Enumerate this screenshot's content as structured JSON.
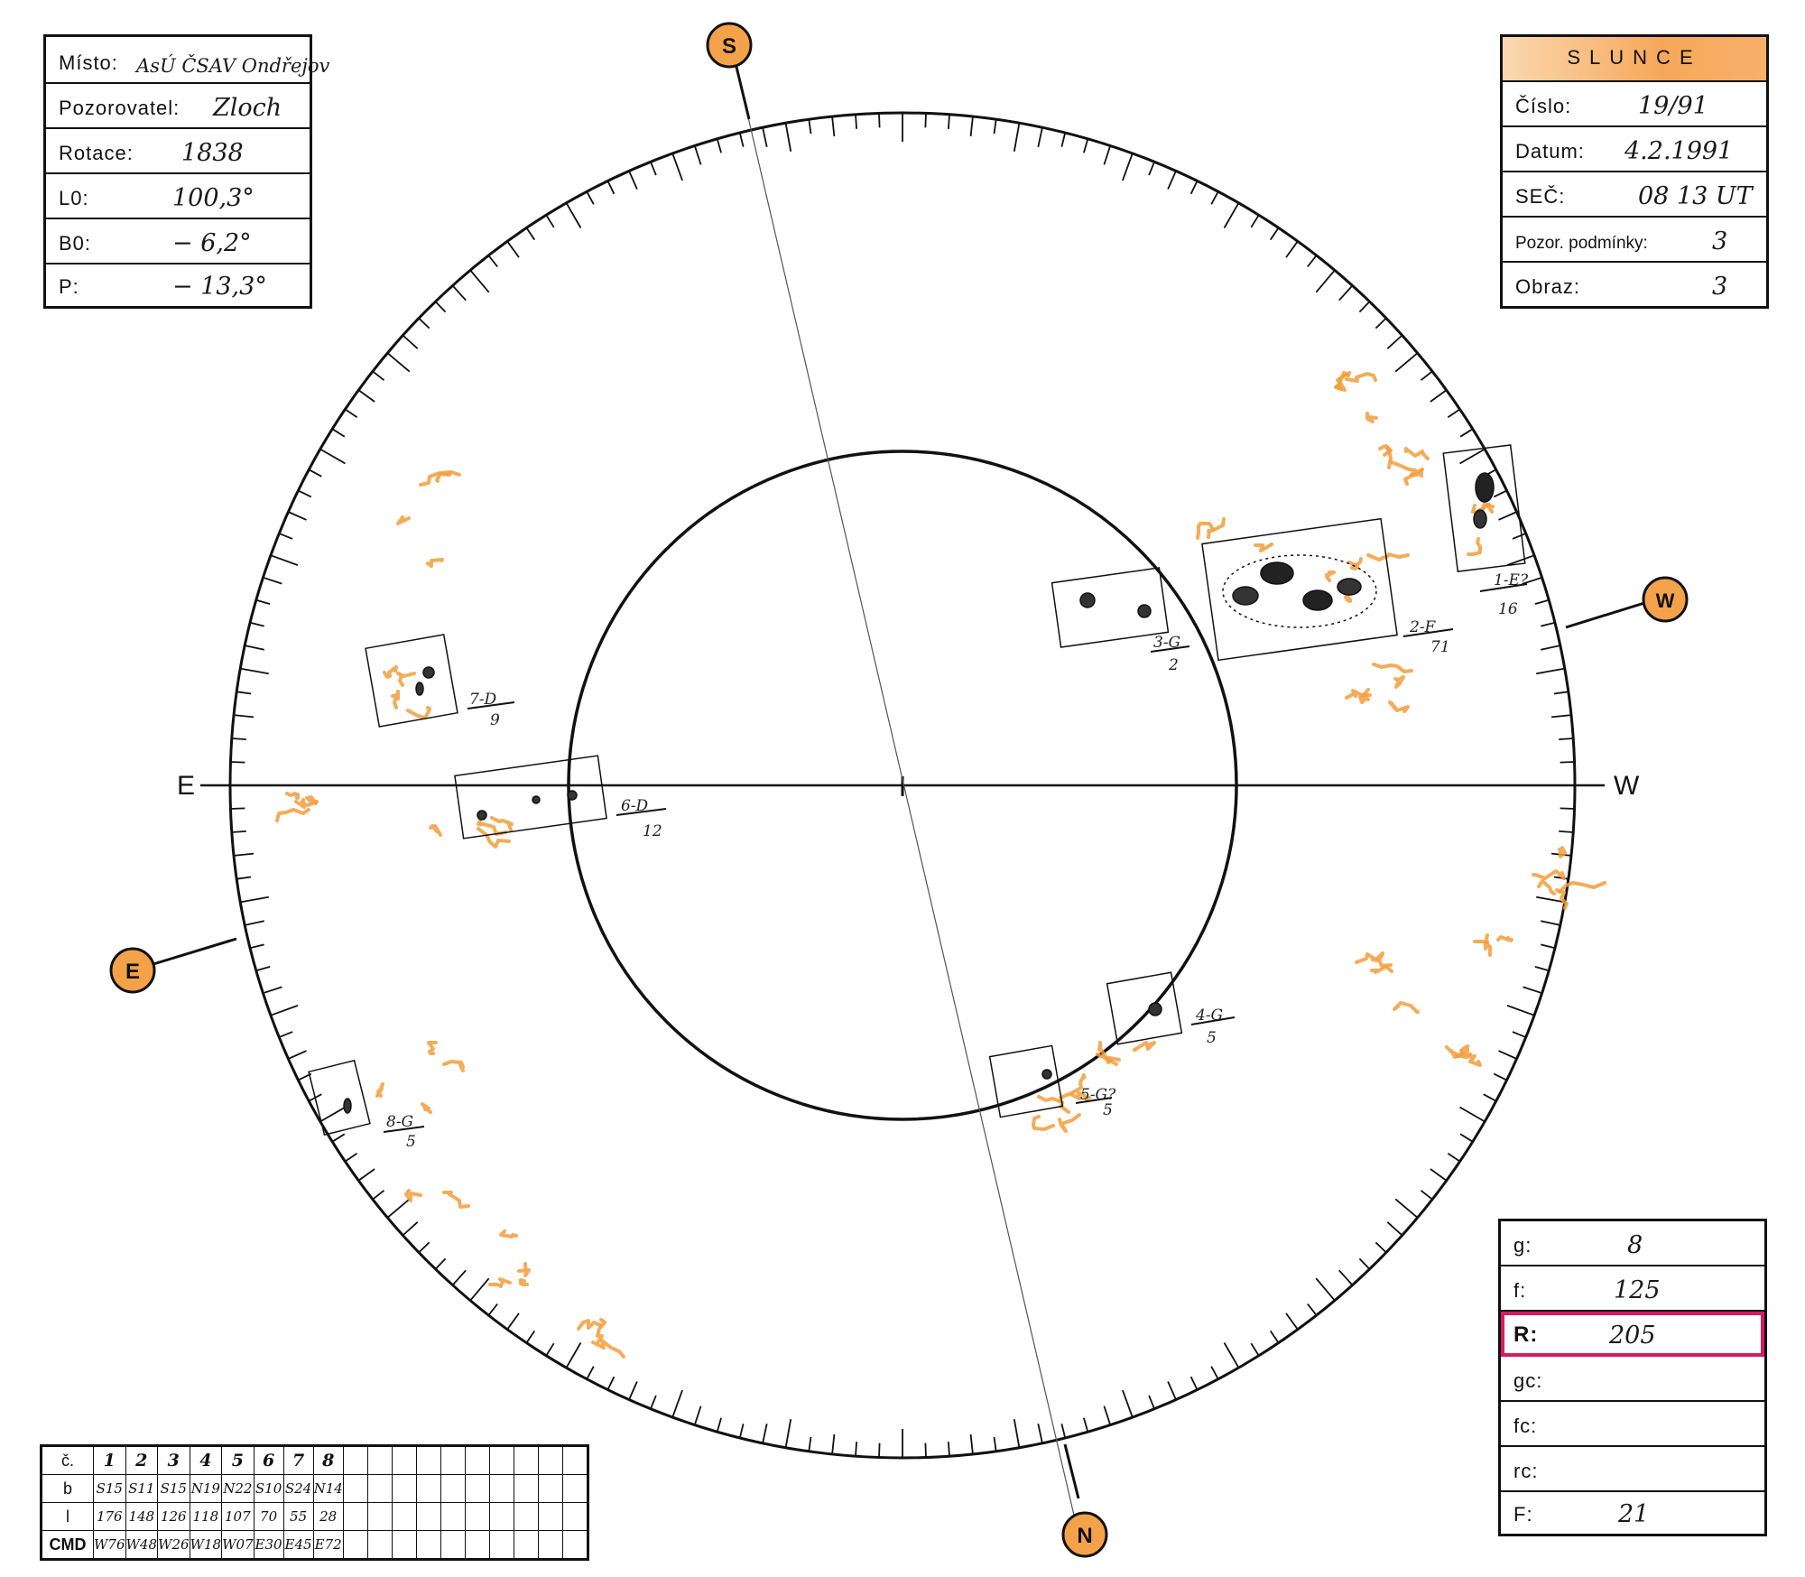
{
  "observatory": {
    "rows": [
      {
        "label": "Místo:",
        "value": "AsÚ ČSAV Ondřejov"
      },
      {
        "label": "Pozorovatel:",
        "value": "Zloch"
      },
      {
        "label": "Rotace:",
        "value": "1838"
      },
      {
        "label": "L0:",
        "value": "100,3°"
      },
      {
        "label": "B0:",
        "value": "− 6,2°"
      },
      {
        "label": "P:",
        "value": "− 13,3°"
      }
    ]
  },
  "slunce": {
    "title": "SLUNCE",
    "rows": [
      {
        "label": "Číslo:",
        "value": "19/91"
      },
      {
        "label": "Datum:",
        "value": "4.2.1991"
      },
      {
        "label": "SEČ:",
        "value": "08 13 UT"
      },
      {
        "label": "Pozor. podmínky:",
        "value": "3"
      },
      {
        "label": "Obraz:",
        "value": "3"
      }
    ]
  },
  "counts": {
    "rows": [
      {
        "label": "g:",
        "value": "8"
      },
      {
        "label": "f:",
        "value": "125"
      },
      {
        "label": "R:",
        "value": "205"
      },
      {
        "label": "gc:",
        "value": ""
      },
      {
        "label": "fc:",
        "value": ""
      },
      {
        "label": "rc:",
        "value": ""
      },
      {
        "label": "F:",
        "value": "21"
      }
    ]
  },
  "groups_table": {
    "row_labels": [
      "č.",
      "b",
      "l",
      "CMD"
    ],
    "numbers": [
      "1",
      "2",
      "3",
      "4",
      "5",
      "6",
      "7",
      "8"
    ],
    "b": [
      "S15",
      "S11",
      "S15",
      "N19",
      "N22",
      "S10",
      "S24",
      "N14"
    ],
    "l": [
      "176",
      "148",
      "126",
      "118",
      "107",
      "70",
      "55",
      "28"
    ],
    "cmd": [
      "W76",
      "W48",
      "W26",
      "W18",
      "W07",
      "E30",
      "E45",
      "E72"
    ],
    "empty_columns": 10
  },
  "disk": {
    "axis_labels": {
      "east": "E",
      "west": "W",
      "south_badge": "S",
      "north_badge": "N",
      "east_badge": "E",
      "west_badge": "W"
    },
    "colors": {
      "faculae": "#f29d3c",
      "badge": "#f4a24a",
      "ink": "#111111",
      "highlight": "#d81b60"
    },
    "groups": [
      {
        "id": "1",
        "label": "1-E?",
        "count": "16"
      },
      {
        "id": "2",
        "label": "2-F",
        "count": "71"
      },
      {
        "id": "3",
        "label": "3-G",
        "count": "2"
      },
      {
        "id": "4",
        "label": "4-G",
        "count": "5"
      },
      {
        "id": "5",
        "label": "5-G?",
        "count": "5"
      },
      {
        "id": "6",
        "label": "6-D",
        "count": "12"
      },
      {
        "id": "7",
        "label": "7-D",
        "count": "9"
      },
      {
        "id": "8",
        "label": "8-G",
        "count": "5"
      }
    ]
  }
}
